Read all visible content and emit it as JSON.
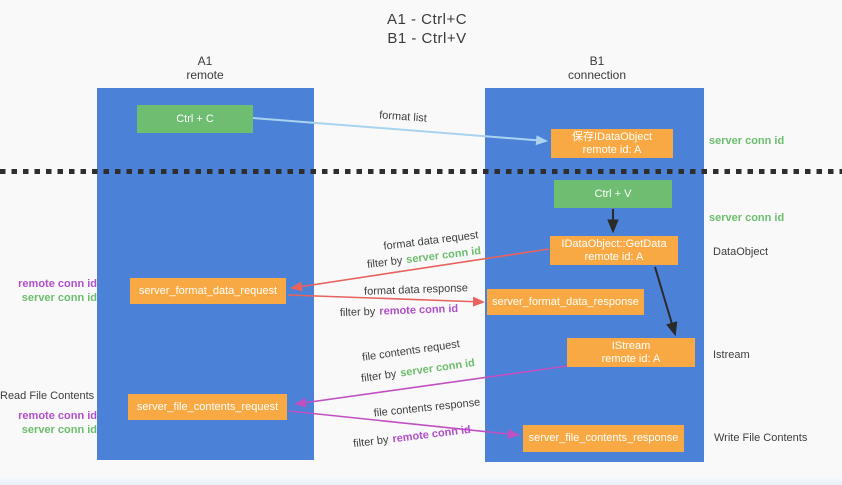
{
  "title": {
    "line1": "A1 - Ctrl+C",
    "line2": "B1 - Ctrl+V"
  },
  "lanes": {
    "left": {
      "name": "A1",
      "sub": "remote"
    },
    "right": {
      "name": "B1",
      "sub": "connection"
    }
  },
  "nodes": {
    "ctrl_c": "Ctrl + C",
    "ctrl_v": "Ctrl + V",
    "save_dataobject": {
      "line1": "保存IDataObject",
      "line2": "remote id: A"
    },
    "getdata": {
      "line1": "IDataObject::GetData",
      "line2": "remote id: A"
    },
    "istream": {
      "line1": "IStream",
      "line2": "remote id: A"
    },
    "format_request": "server_format_data_request",
    "format_response": "server_format_data_response",
    "file_request": "server_file_contents_request",
    "file_response": "server_file_contents_response"
  },
  "labels": {
    "format_list": "format list",
    "format_data_request": "format data request",
    "format_data_response": "format data response",
    "file_contents_request": "file contents request",
    "file_contents_response": "file contents response",
    "filter_by": "filter by",
    "server_conn_id": "server conn id",
    "remote_conn_id": "remote conn id",
    "dataobject": "DataObject",
    "istream": "Istream",
    "read_file_contents": "Read File Contents",
    "write_file_contents": "Write File Contents"
  },
  "colors": {
    "lane_blue": "#4b82d8",
    "node_green": "#6ebd70",
    "node_orange": "#f9a943",
    "arrow_red": "#e8635e",
    "arrow_magenta": "#c150c1",
    "arrow_light_blue": "#a9d3ee",
    "arrow_black": "#2a2a2a",
    "text_green": "#6cbd6d",
    "text_purple": "#b14fca",
    "text_dark": "#3d3d3d",
    "background": "#f9f9f9"
  }
}
